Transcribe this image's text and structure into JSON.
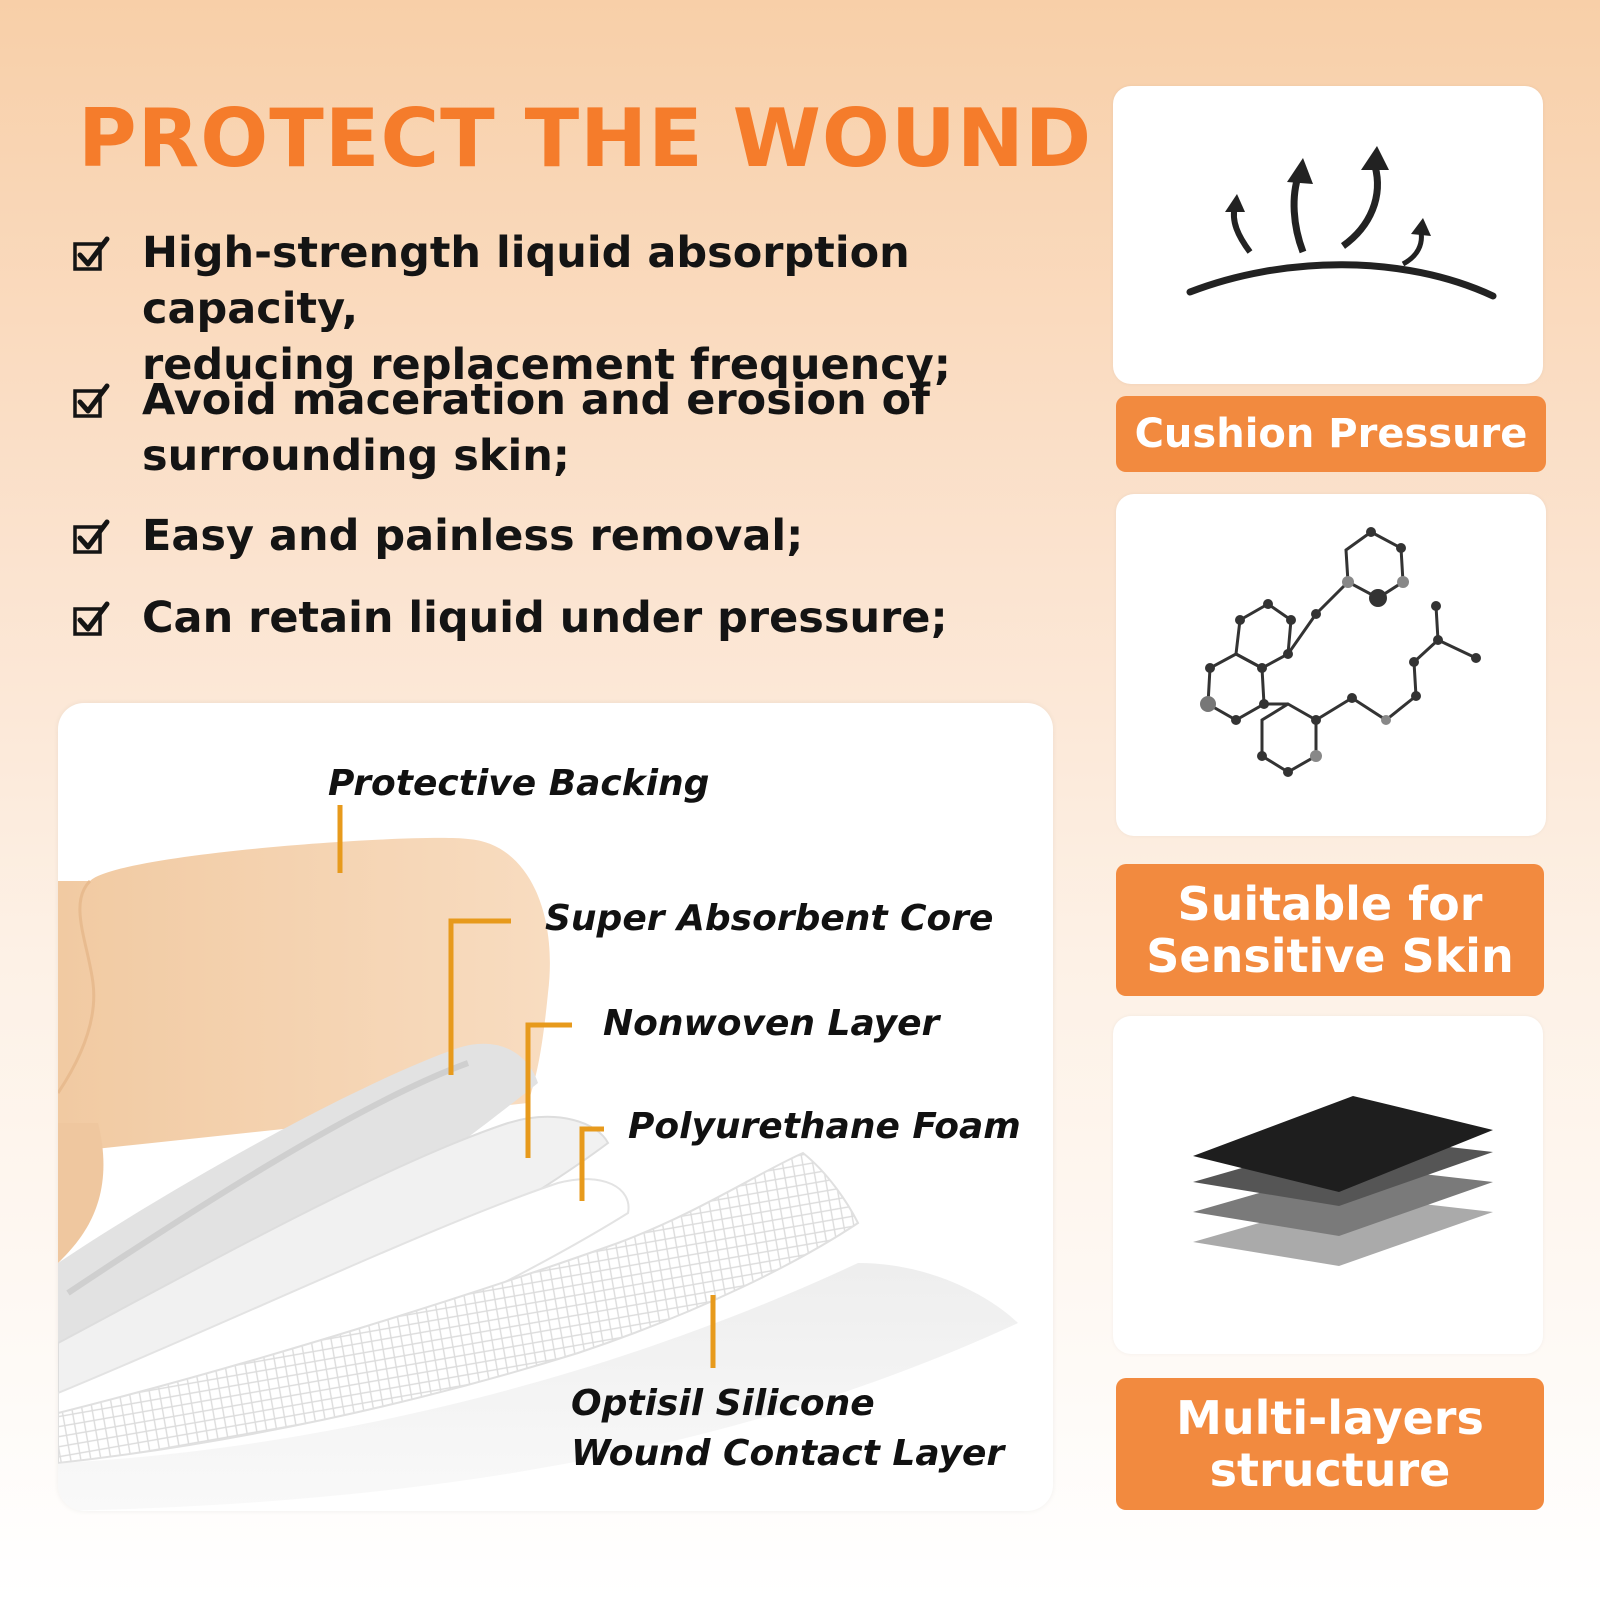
{
  "headline": "PROTECT THE WOUND",
  "features": [
    {
      "line1": "High-strength liquid absorption capacity,",
      "line2": "reducing replacement frequency;"
    },
    {
      "line1": "Avoid maceration and erosion of",
      "line2": "surrounding skin;"
    },
    {
      "line1": "Easy and painless removal;"
    },
    {
      "line1": "Can retain liquid under pressure;"
    }
  ],
  "diagram": {
    "labels": {
      "protective_backing": "Protective Backing",
      "super_absorbent_core": "Super Absorbent Core",
      "nonwoven_layer": "Nonwoven Layer",
      "polyurethane_foam": "Polyurethane Foam",
      "contact_layer_line1": "Optisil Silicone",
      "contact_layer_line2": "Wound Contact Layer"
    },
    "leader_color": "#e79a1c",
    "backing_color": "#f6d8b8"
  },
  "benefits": {
    "cushion": {
      "label": "Cushion Pressure",
      "icon": "cushion-pressure-icon"
    },
    "sensitive": {
      "line1": "Suitable for",
      "line2": "Sensitive Skin",
      "icon": "molecule-icon"
    },
    "layers": {
      "line1": "Multi-layers",
      "line2": "structure",
      "icon": "layers-icon"
    }
  },
  "colors": {
    "accent": "#f57c2b",
    "banner": "#f28a3f",
    "text": "#141414"
  }
}
